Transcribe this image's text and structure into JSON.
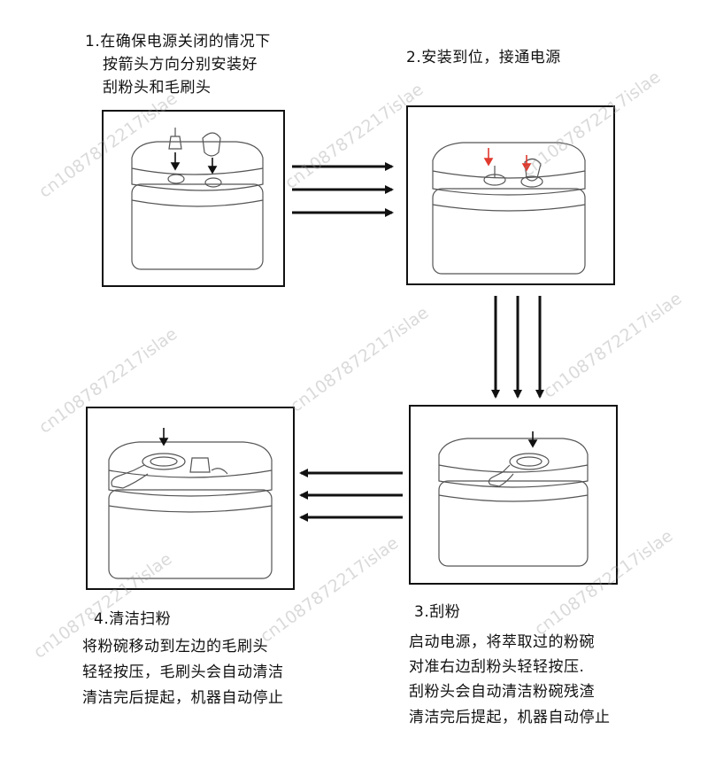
{
  "steps": [
    {
      "lines": [
        "1.在确保电源关闭的情况下",
        "按箭头方向分别安装好",
        "刮粉头和毛刷头"
      ]
    },
    {
      "lines": [
        "2.安装到位，接通电源"
      ]
    },
    {
      "lines": [
        "3.刮粉",
        "启动电源，将萃取过的粉碗",
        "对准右边刮粉头轻轻按压.",
        "刮粉头会自动清洁粉碗残渣",
        "清洁完后提起，机器自动停止"
      ]
    },
    {
      "lines": [
        "4.清洁扫粉",
        "将粉碗移动到左边的毛刷头",
        "轻轻按压，毛刷头会自动清洁",
        "清洁完后提起，机器自动停止"
      ]
    }
  ],
  "watermark": "cn1087872217islae",
  "colors": {
    "line": "#111111",
    "device": "#555555",
    "install_arrow": "#e03a2e",
    "watermark": "#969696"
  }
}
